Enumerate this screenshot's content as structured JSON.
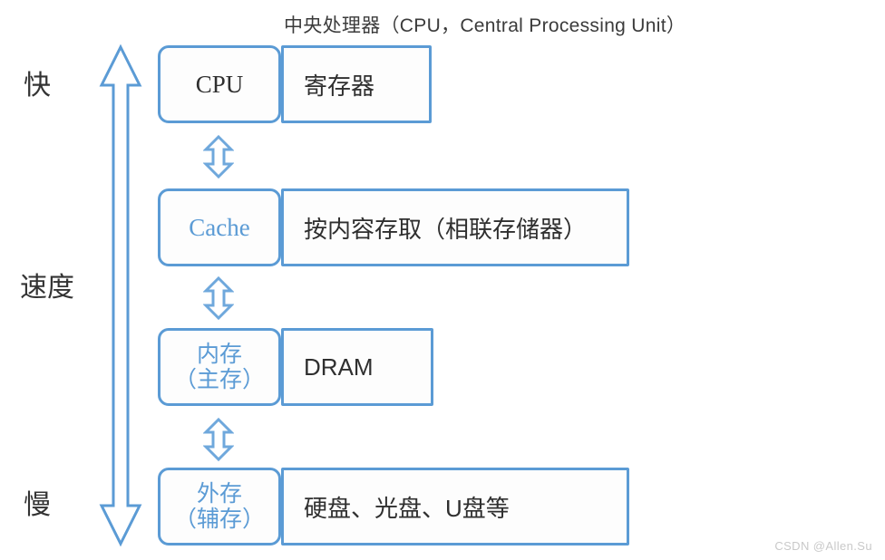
{
  "title": "中央处理器（CPU，Central Processing Unit）",
  "axis": {
    "name": "speed-axis",
    "top_label": "快",
    "middle_label": "速度",
    "bottom_label": "慢",
    "direction": "double",
    "color": "#5b9bd5"
  },
  "colors": {
    "accent": "#5b9bd5",
    "box_border": "#5b9bd5",
    "box_fill": "#fdfdfd",
    "text_dark": "#2f2f2f",
    "text_blue": "#5b9bd5",
    "watermark": "#c9c9c9",
    "background": "#ffffff"
  },
  "hierarchy": {
    "levels": [
      {
        "id": "cpu",
        "name": "CPU",
        "name_style": "serif-dark",
        "description": "寄存器"
      },
      {
        "id": "cache",
        "name": "Cache",
        "name_style": "serif-blue",
        "description": "按内容存取（相联存储器）"
      },
      {
        "id": "memory",
        "name": "内存\n（主存）",
        "name_style": "cjk-blue",
        "description": "DRAM"
      },
      {
        "id": "disk",
        "name": "外存\n（辅存）",
        "name_style": "cjk-blue",
        "description": "硬盘、光盘、U盘等"
      }
    ],
    "connectors": [
      {
        "id": "cpu-cache",
        "glyph": "double-arrow-vertical"
      },
      {
        "id": "cache-memory",
        "glyph": "double-arrow-vertical"
      },
      {
        "id": "memory-disk",
        "glyph": "double-arrow-vertical"
      }
    ]
  },
  "watermark": "CSDN @Allen.Su"
}
